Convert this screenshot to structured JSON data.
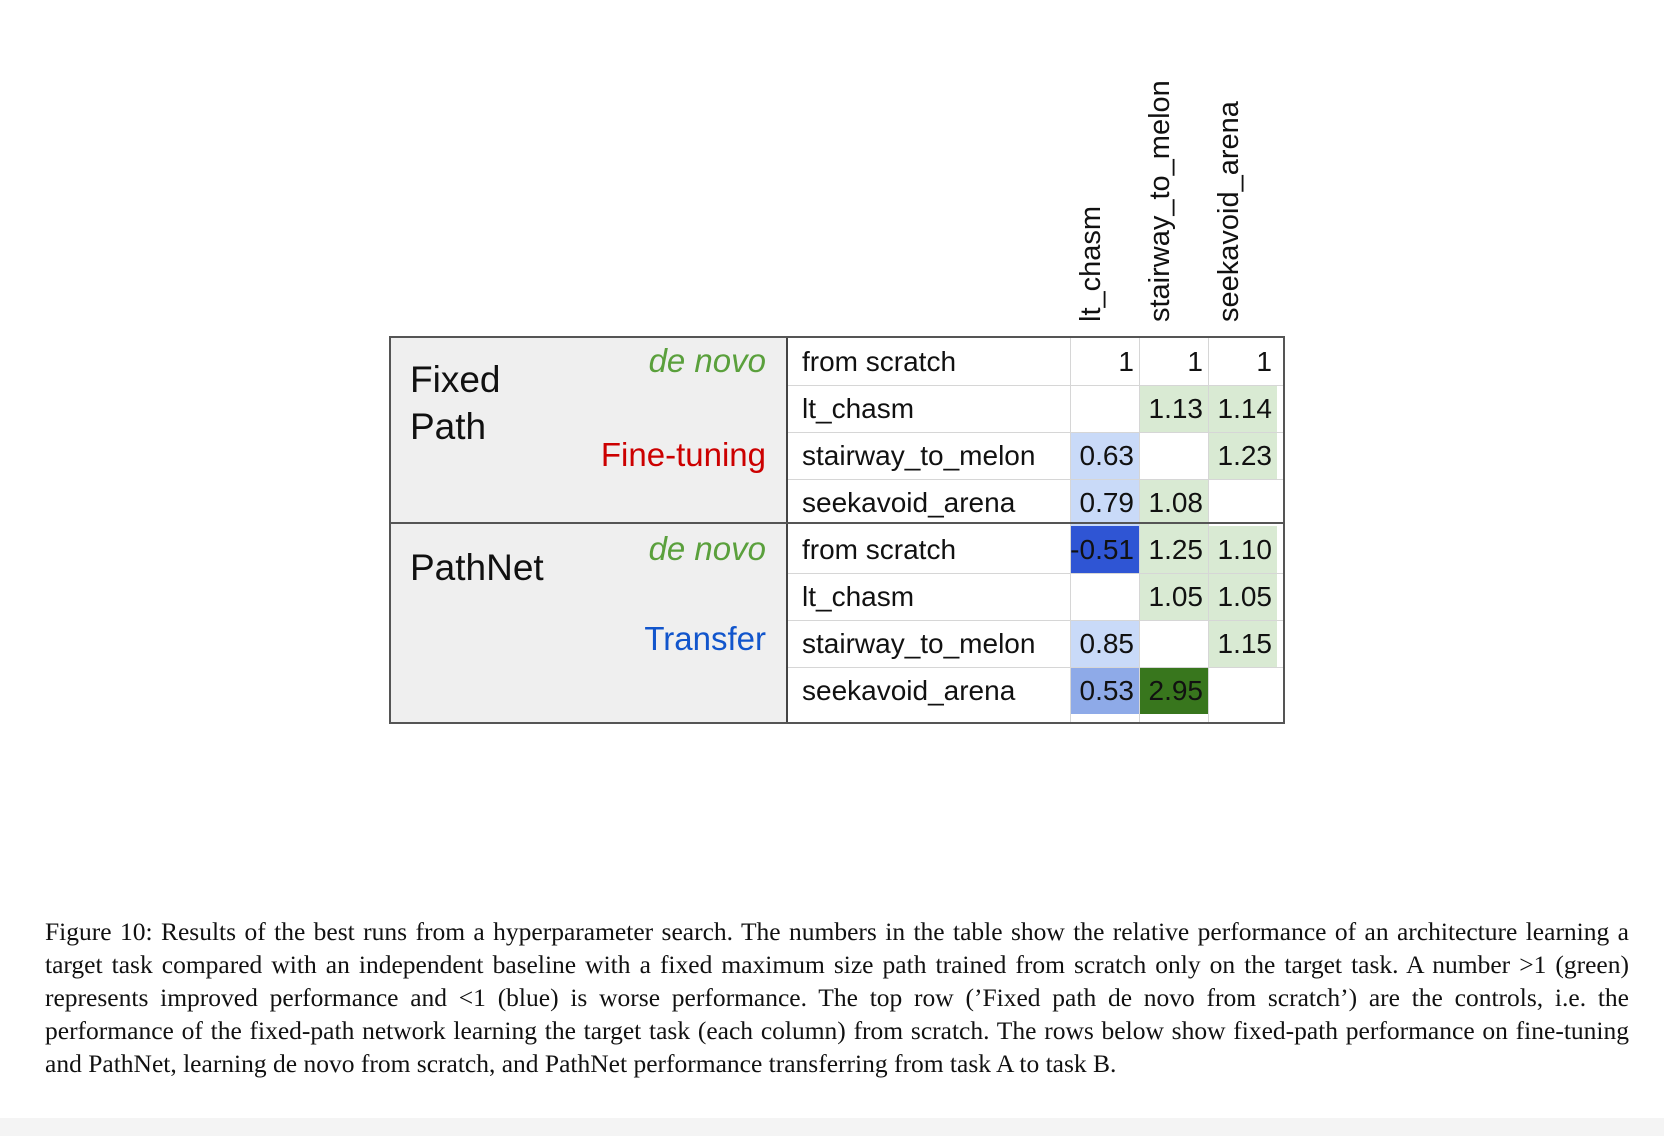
{
  "table": {
    "columns": [
      "lt_chasm",
      "stairway_to_melon",
      "seekavoid_arena"
    ],
    "groups": [
      {
        "label": "Fixed\nPath",
        "methods": [
          {
            "label": "de novo",
            "color": "#5aa03c",
            "rows": [
              "from scratch"
            ]
          },
          {
            "label": "Fine-tuning",
            "color": "#cc0000",
            "rows": [
              "lt_chasm",
              "stairway_to_melon",
              "seekavoid_arena"
            ]
          }
        ]
      },
      {
        "label": "PathNet",
        "methods": [
          {
            "label": "de novo",
            "color": "#5aa03c",
            "rows": [
              "from scratch"
            ]
          },
          {
            "label": "Transfer",
            "color": "#1155cc",
            "rows": [
              "lt_chasm",
              "stairway_to_melon",
              "seekavoid_arena"
            ]
          }
        ]
      }
    ],
    "values": [
      [
        "1",
        "1",
        "1"
      ],
      [
        "",
        "1.13",
        "1.14"
      ],
      [
        "0.63",
        "",
        "1.23"
      ],
      [
        "0.79",
        "1.08",
        ""
      ],
      [
        "-0.51",
        "1.25",
        "1.10"
      ],
      [
        "",
        "1.05",
        "1.05"
      ],
      [
        "0.85",
        "",
        "1.15"
      ],
      [
        "0.53",
        "2.95",
        ""
      ]
    ],
    "numeric": [
      [
        1,
        1,
        1
      ],
      [
        null,
        1.13,
        1.14
      ],
      [
        0.63,
        null,
        1.23
      ],
      [
        0.79,
        1.08,
        null
      ],
      [
        -0.51,
        1.25,
        1.1
      ],
      [
        null,
        1.05,
        1.05
      ],
      [
        0.85,
        null,
        1.15
      ],
      [
        0.53,
        2.95,
        null
      ]
    ],
    "colors": {
      "green_light": "#d9ead3",
      "green_dark": "#38761d",
      "blue_light": "#c9daf8",
      "blue_mid": "#8eaae8",
      "blue_dark": "#2f55d4"
    }
  },
  "caption": "Figure 10: Results of the best runs from a hyperparameter search. The numbers in the table show the relative performance of an architecture learning a target task compared with an independent baseline with a fixed maximum size path trained from scratch only on the target task. A number >1 (green) represents improved performance and <1 (blue) is worse performance. The top row (’Fixed path de novo from scratch’) are the controls, i.e. the performance of the fixed-path network learning the target task (each column) from scratch. The rows below show fixed-path performance on fine-tuning and PathNet, learning de novo from scratch, and PathNet performance transferring from task A to task B."
}
